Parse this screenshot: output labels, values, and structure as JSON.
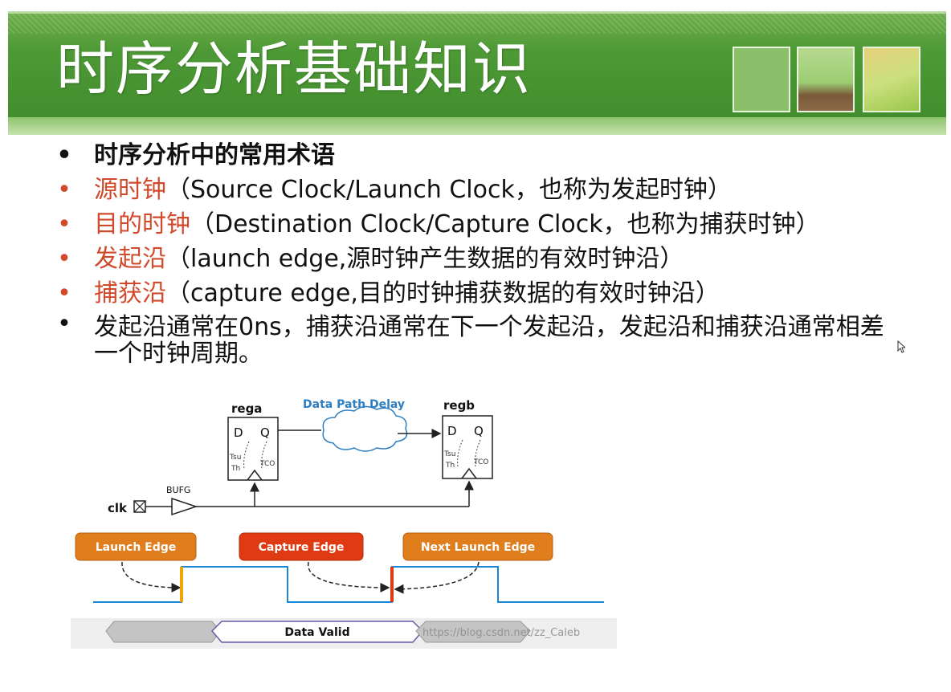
{
  "slide": {
    "title": "时序分析基础知识",
    "bullets": [
      {
        "highlight": "",
        "text": "时序分析中的常用术语",
        "bold": true
      },
      {
        "highlight": "源时钟",
        "text": "（Source Clock/Launch Clock，也称为发起时钟）"
      },
      {
        "highlight": "目的时钟",
        "text": "（Destination Clock/Capture Clock，也称为捕获时钟）"
      },
      {
        "highlight": "发起沿",
        "text": "（launch edge,源时钟产生数据的有效时钟沿）"
      },
      {
        "highlight": "捕获沿",
        "text": "（capture edge,目的时钟捕获数据的有效时钟沿）"
      },
      {
        "highlight": "",
        "text": "发起沿通常在0ns，捕获沿通常在下一个发起沿，发起沿和捕获沿通常相差一个时钟周期。"
      }
    ]
  },
  "diagram": {
    "rega": "rega",
    "regb": "regb",
    "d": "D",
    "q": "Q",
    "tsu": "Tsu",
    "th": "Th",
    "tco": "TCO",
    "data_path_delay": "Data Path Delay",
    "bufg": "BUFG",
    "clk": "clk",
    "launch_edge": "Launch Edge",
    "capture_edge": "Capture Edge",
    "next_launch_edge": "Next Launch Edge",
    "data_valid": "Data Valid",
    "watermark": "https://blog.csdn.net/zz_Caleb"
  },
  "colors": {
    "header_green": "#4e9a36",
    "highlight_red": "#d14a2b",
    "orange_label": "#e07d1c",
    "red_label": "#e03a12",
    "clock_line": "#1a86d6",
    "cloud_blue": "#2d7fc1"
  }
}
